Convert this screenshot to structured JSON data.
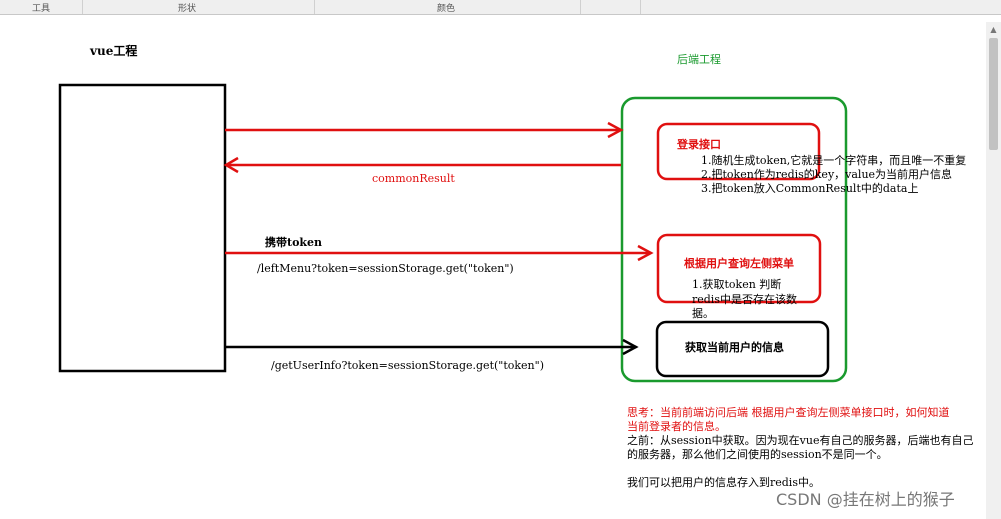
{
  "toolbar": {
    "tools": "工具",
    "shapes": "形状",
    "colors": "颜色"
  },
  "frontend": {
    "title": "vue工程"
  },
  "backend": {
    "title": "后端工程"
  },
  "login_box": {
    "title": "登录接口",
    "lines": [
      "1.随机生成token,它就是一个字符串，而且唯一不重复",
      "2.把token作为redis的key，value为当前用户信息",
      "3.把token放入CommonResult中的data上"
    ]
  },
  "menu_box": {
    "title": "根据用户查询左侧菜单",
    "lines": [
      "1.获取token  判断",
      "redis中是否存在该数",
      "据。"
    ]
  },
  "userinfo_box": {
    "title": "获取当前用户的信息"
  },
  "arrows": {
    "common_result": "commonResult",
    "carry_token": "携带token",
    "left_menu_url": "/leftMenu?token=sessionStorage.get(\"token\")",
    "user_info_url": "/getUserInfo?token=sessionStorage.get(\"token\")"
  },
  "notes": {
    "question_line1": "思考：当前前端访问后端   根据用户查询左侧菜单接口时，如何知道",
    "question_line2": "当前登录者的信息。",
    "before_line1": "之前：从session中获取。因为现在vue有自己的服务器，后端也有自己",
    "before_line2": "的服务器，那么他们之间使用的session不是同一个。",
    "solution": "我们可以把用户的信息存入到redis中。"
  },
  "watermark": "CSDN @挂在树上的猴子",
  "colors": {
    "red": "#e01010",
    "green": "#1a9a2e",
    "black": "#000000"
  }
}
